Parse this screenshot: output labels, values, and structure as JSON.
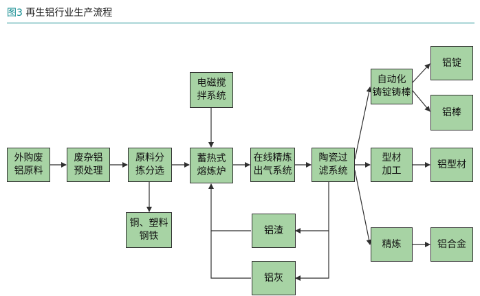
{
  "header": {
    "figure_label": "图3",
    "title": "再生铝行业生产流程"
  },
  "nodes": {
    "waste_purchase": "外购废\n铝原料",
    "pretreatment": "废杂铝\n预处理",
    "sorting": "原料分\n拣分选",
    "copper_plastic": "铜、塑料\n钢铁",
    "em_stirring": "电磁搅\n拌系统",
    "regen_furnace": "蓄热式\n熔炼炉",
    "online_refining": "在线精炼\n出气系统",
    "ceramic_filter": "陶瓷过\n滤系统",
    "auto_casting": "自动化\n铸锭铸棒",
    "profile_processing": "型材\n加工",
    "refining": "精炼",
    "al_ingot": "铝锭",
    "al_rod": "铝棒",
    "al_profile": "铝型材",
    "al_alloy": "铝合金",
    "al_dross": "铝渣",
    "al_ash": "铝灰"
  },
  "colors": {
    "node_fill": "#a7d3a4",
    "stroke": "#2f2f2f",
    "accent": "#0e8a8e"
  }
}
